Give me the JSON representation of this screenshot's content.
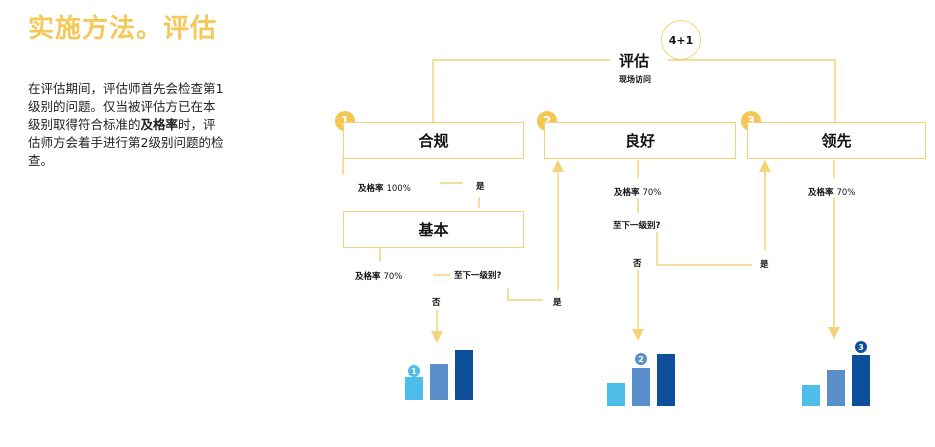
{
  "title": "实施方法。评估",
  "description": {
    "part1": "在评估期间，评估师首先会检查第1级别的问题。仅当被评估方已在本级别取得符合标准的",
    "bold": "及格率",
    "part2": "时，评估师方会着手进行第2级别问题的检查。"
  },
  "badge": "4+1",
  "root": {
    "title": "评估",
    "subtitle": "现场访问"
  },
  "levels": [
    {
      "number": "1",
      "label": "合规"
    },
    {
      "number": "2",
      "label": "良好"
    },
    {
      "number": "3",
      "label": "领先"
    }
  ],
  "basic_box": "基本",
  "labels": {
    "pass_rate_prefix": "及格率",
    "pass_100": "100%",
    "pass_70": "70%",
    "yes": "是",
    "no": "否",
    "next_level": "至下一级别?"
  },
  "bar_groups": [
    {
      "highlight": "1",
      "values": [
        1,
        2,
        3
      ]
    },
    {
      "highlight": "2",
      "values": [
        1,
        2,
        3
      ]
    },
    {
      "highlight": "3",
      "values": [
        1,
        2,
        3
      ]
    }
  ],
  "colors": {
    "accent": "#F3C752",
    "line": "#F2D27A",
    "bar_light": "#4DBDE9",
    "bar_mid": "#5B8FCB",
    "bar_dark": "#0E4F9B"
  }
}
